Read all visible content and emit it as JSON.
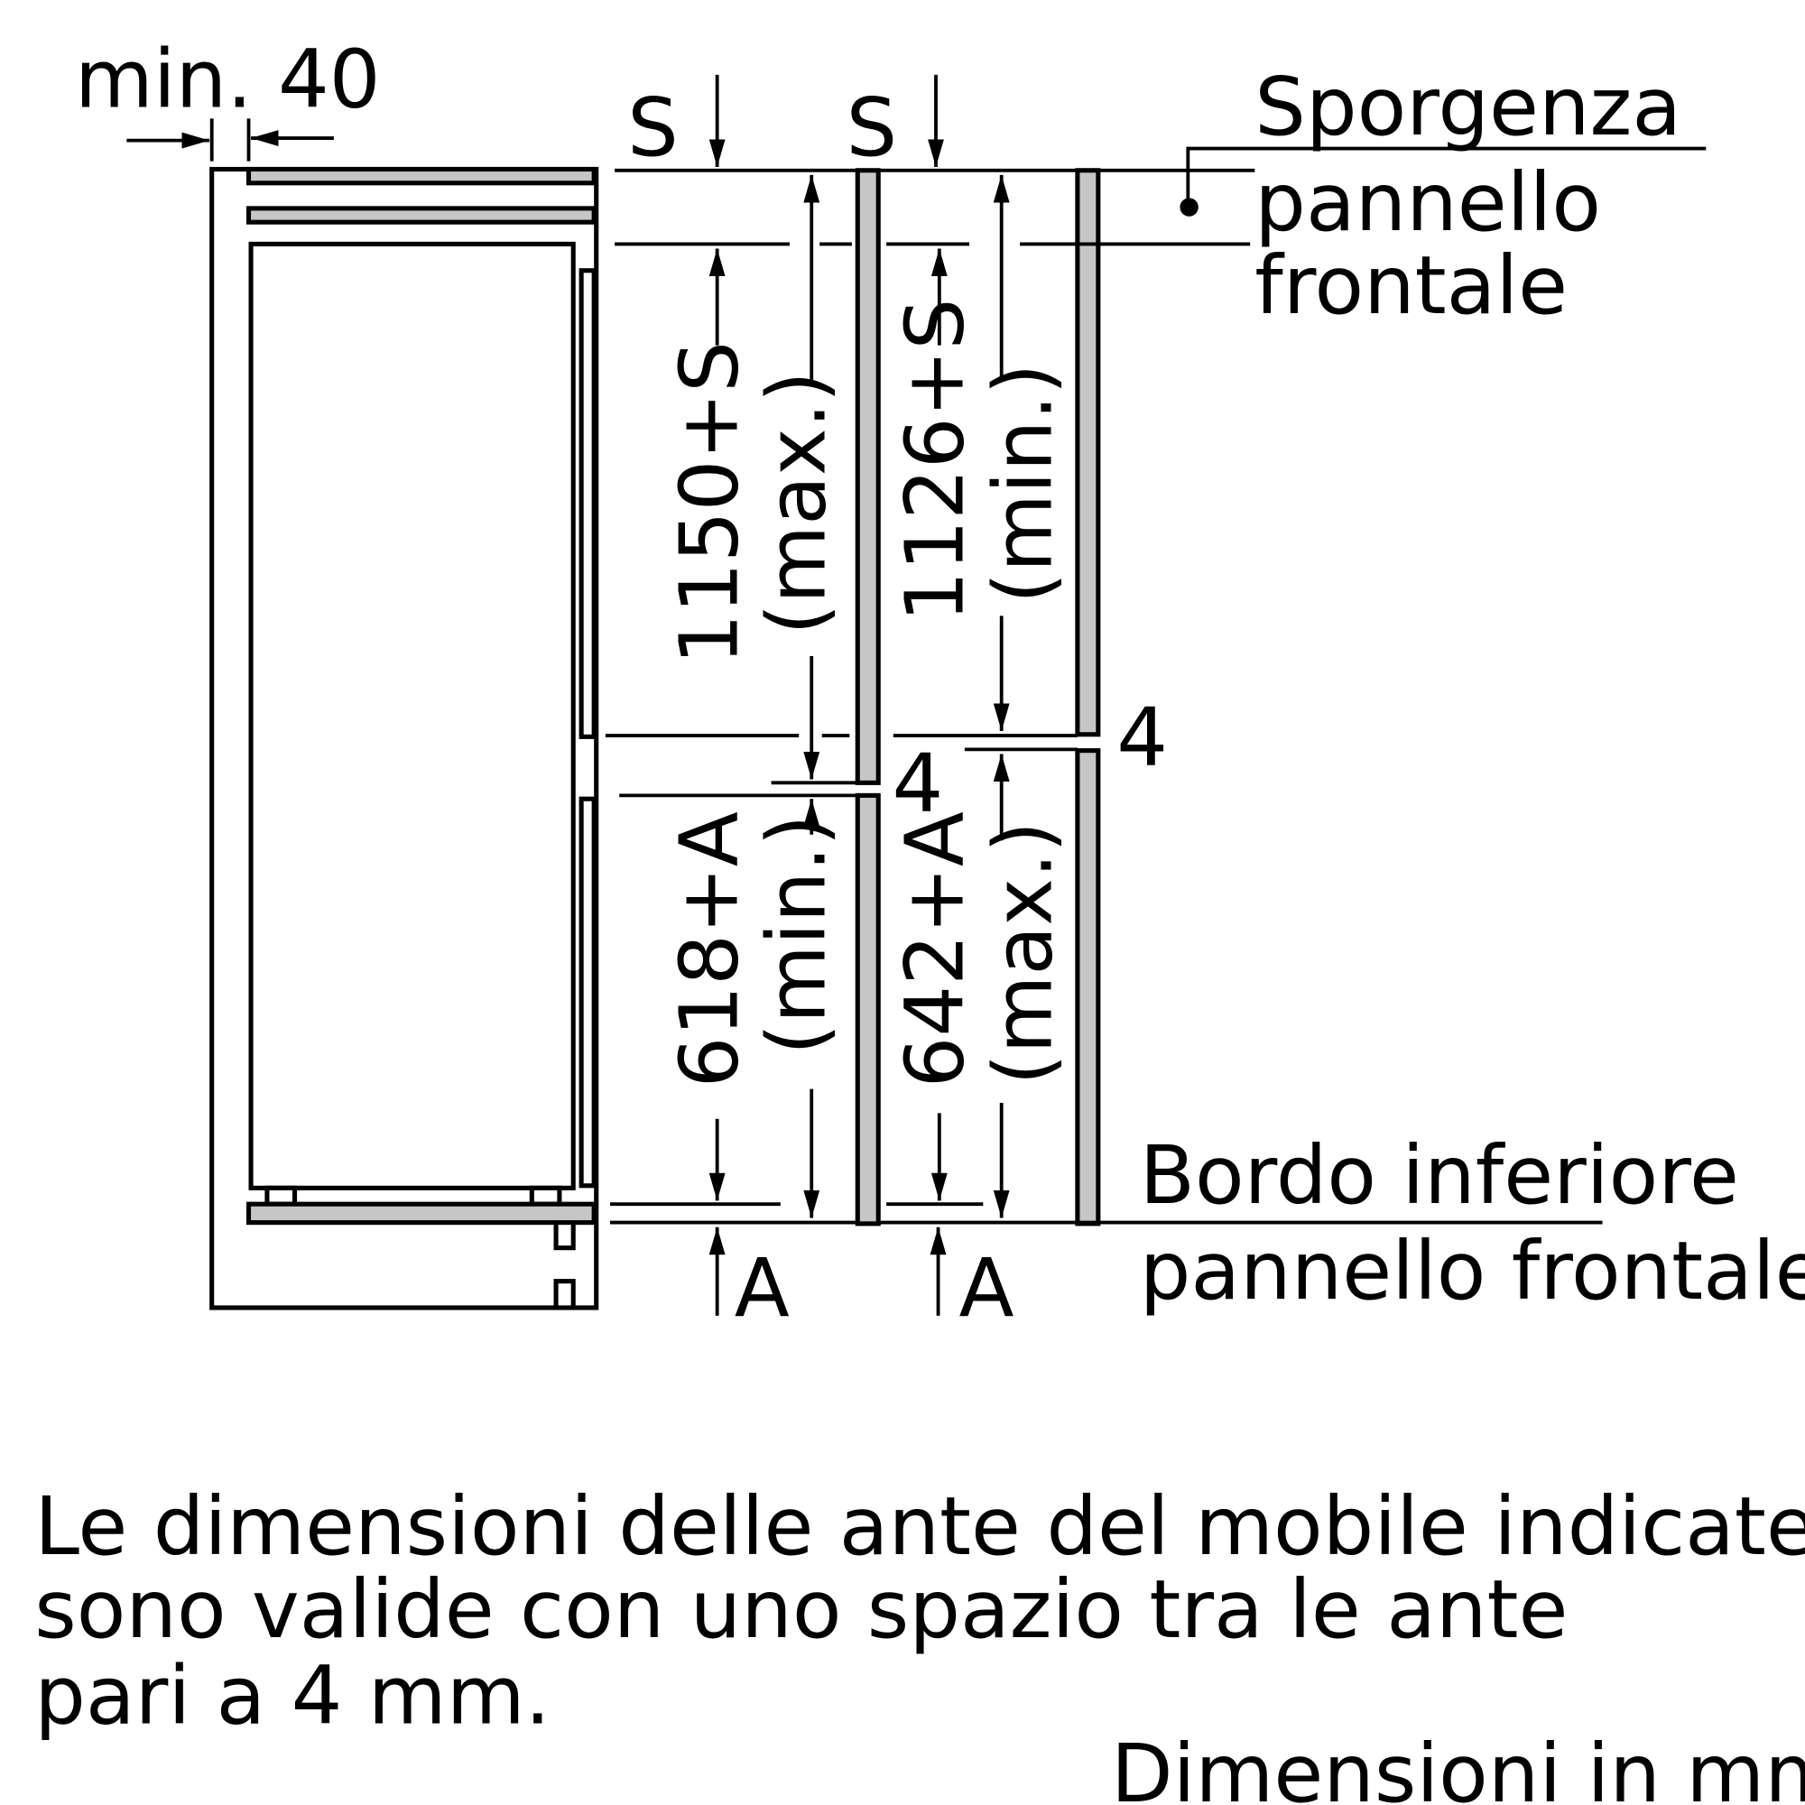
{
  "labels": {
    "min_gap": "min. 40",
    "s_left": "S",
    "s_right": "S",
    "protrusion": [
      "Sporgenza",
      "pannello",
      "frontale"
    ],
    "bottom_edge": [
      "Bordo inferiore",
      "pannello frontale"
    ],
    "dim_upper_left": "1150+S",
    "dim_upper_left_qual": "(max.)",
    "dim_upper_right": "1126+S",
    "dim_upper_right_qual": "(min.)",
    "dim_lower_left": "618+A",
    "dim_lower_left_qual": "(min.)",
    "dim_lower_right": "642+A",
    "dim_lower_right_qual": "(max.)",
    "gap_left": "4",
    "gap_right": "4",
    "a_left": "A",
    "a_right": "A"
  },
  "note": [
    "Le dimensioni delle ante del mobile indicate",
    "sono valide con uno spazio tra le ante",
    "pari a 4 mm."
  ],
  "units": "Dimensioni in mm",
  "colors": {
    "panel": "#c6c6c6",
    "line": "#000000"
  }
}
